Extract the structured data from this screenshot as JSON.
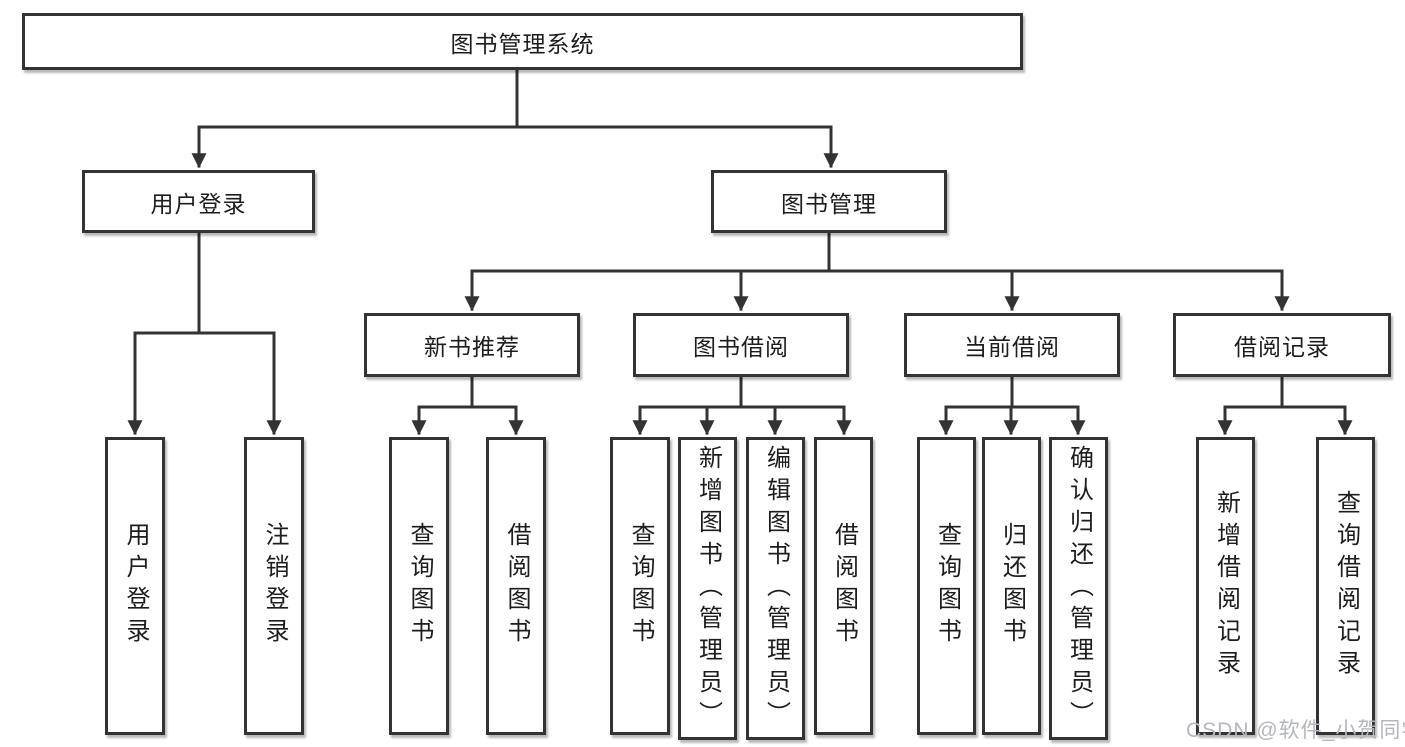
{
  "diagram": {
    "root": {
      "label": "图书管理系统"
    },
    "level2": [
      {
        "label": "用户登录"
      },
      {
        "label": "图书管理"
      }
    ],
    "level3": [
      {
        "label": "新书推荐",
        "parent": "图书管理"
      },
      {
        "label": "图书借阅",
        "parent": "图书管理"
      },
      {
        "label": "当前借阅",
        "parent": "图书管理"
      },
      {
        "label": "借阅记录",
        "parent": "图书管理"
      }
    ],
    "leaves": [
      {
        "label": "用户登录",
        "parent": "用户登录"
      },
      {
        "label": "注销登录",
        "parent": "用户登录"
      },
      {
        "label": "查询图书",
        "parent": "新书推荐"
      },
      {
        "label": "借阅图书",
        "parent": "新书推荐"
      },
      {
        "label": "查询图书",
        "parent": "图书借阅"
      },
      {
        "label": "新增图书（管理员）",
        "parent": "图书借阅"
      },
      {
        "label": "编辑图书（管理员）",
        "parent": "图书借阅"
      },
      {
        "label": "借阅图书",
        "parent": "图书借阅"
      },
      {
        "label": "查询图书",
        "parent": "当前借阅"
      },
      {
        "label": "归还图书",
        "parent": "当前借阅"
      },
      {
        "label": "确认归还（管理员）",
        "parent": "当前借阅"
      },
      {
        "label": "新增借阅记录",
        "parent": "借阅记录"
      },
      {
        "label": "查询借阅记录",
        "parent": "借阅记录"
      }
    ]
  },
  "watermark": {
    "text": "CSDN @软件_小贺同学"
  },
  "colors": {
    "line": "#333333",
    "box_border": "#333333",
    "box_fill": "#ffffff",
    "text": "#1d1d1f",
    "watermark": "#b4b7bc",
    "background": "#ffffff"
  }
}
